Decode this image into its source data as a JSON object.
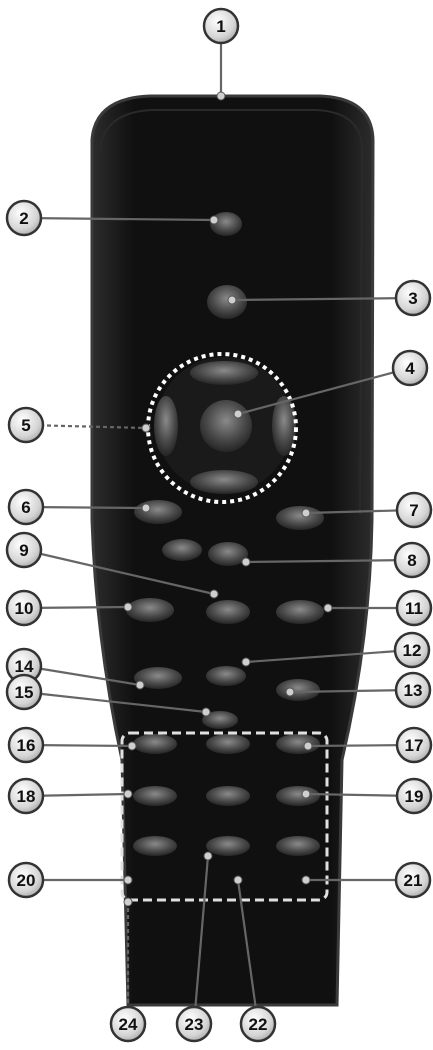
{
  "callouts": [
    "1",
    "2",
    "3",
    "4",
    "5",
    "6",
    "7",
    "8",
    "9",
    "10",
    "11",
    "12",
    "13",
    "14",
    "15",
    "16",
    "17",
    "18",
    "19",
    "20",
    "21",
    "22",
    "23",
    "24"
  ],
  "colors": {
    "background": "#ffffff",
    "remote_body": "#141414",
    "remote_edge": "#3a3a3a",
    "button": "#5a5a5a",
    "badge_fill": "#d8d8d8",
    "badge_stroke": "#333333",
    "leader": "#666666",
    "dotted_ring": "#ffffff"
  }
}
